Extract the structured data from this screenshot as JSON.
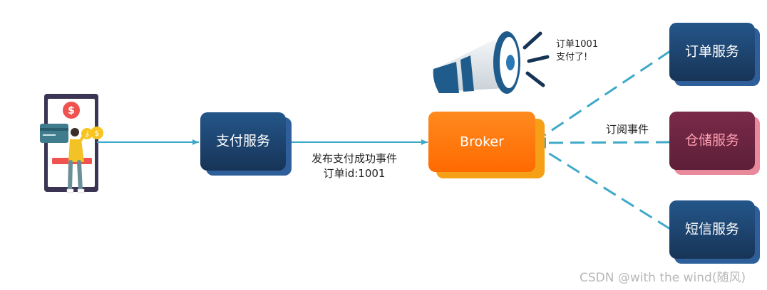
{
  "nodes": {
    "payment_service": "支付服务",
    "broker": "Broker",
    "order_service": "订单服务",
    "warehouse_service": "仓储服务",
    "sms_service": "短信服务"
  },
  "edges": {
    "publish_line1": "发布支付成功事件",
    "publish_line2": "订单id:1001",
    "subscribe": "订阅事件"
  },
  "announcement": {
    "line1": "订单1001",
    "line2": "支付了!"
  },
  "watermark": "CSDN @with the wind(随风)",
  "colors": {
    "navy": "#1b3d66",
    "navy_shadow": "#2f5f9a",
    "orange": "#ff7a0f",
    "orange_shadow": "#f5a016",
    "wine": "#6b2540",
    "wine_shadow": "#e98a9c",
    "wine_text": "#ff9fb3",
    "connector": "#3fa9c9"
  },
  "icons": {
    "phone": "phone-payment-illustration-icon",
    "megaphone": "megaphone-icon"
  }
}
